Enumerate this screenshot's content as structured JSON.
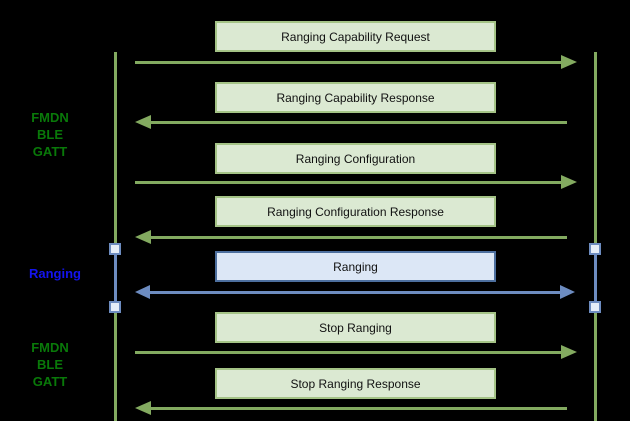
{
  "diagram": {
    "type": "sequence-diagram",
    "background": "#000000",
    "sections": [
      {
        "label": "FMDN\nBLE\nGATT",
        "color": "#097909"
      },
      {
        "label": "Ranging",
        "color": "#1414ee"
      },
      {
        "label": "FMDN\nBLE\nGATT",
        "color": "#097909"
      }
    ],
    "messages": [
      {
        "label": "Ranging Capability Request",
        "direction": "right",
        "style": "green"
      },
      {
        "label": "Ranging Capability Response",
        "direction": "left",
        "style": "green"
      },
      {
        "label": "Ranging Configuration",
        "direction": "right",
        "style": "green"
      },
      {
        "label": "Ranging Configuration Response",
        "direction": "left",
        "style": "green"
      },
      {
        "label": "Ranging",
        "direction": "both",
        "style": "blue"
      },
      {
        "label": "Stop Ranging",
        "direction": "right",
        "style": "green"
      },
      {
        "label": "Stop Ranging Response",
        "direction": "left",
        "style": "green"
      }
    ],
    "palette": {
      "lifeline_green": "#83aa60",
      "box_border_green": "#a4c386",
      "box_fill_green": "#dbe9d2",
      "box_border_blue": "#4d6f9e",
      "box_fill_blue": "#dce7f6",
      "arrow_blue": "#6d8cc0",
      "activation_fill": "#e6eef9",
      "text_green": "#097909",
      "text_blue": "#1414ee",
      "box_text": "#111111"
    }
  }
}
